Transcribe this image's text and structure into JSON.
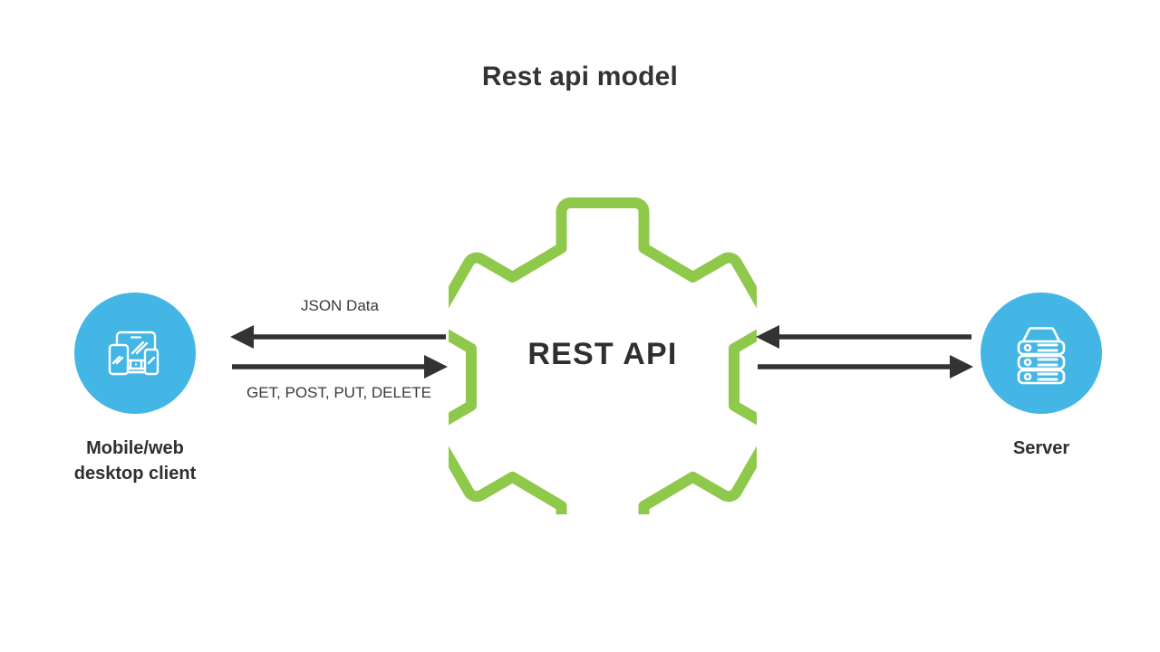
{
  "diagram": {
    "title": "Rest api model",
    "background_color": "#ffffff",
    "type": "flow-diagram",
    "nodes": [
      {
        "id": "client",
        "label_line1": "Mobile/web",
        "label_line2": "desktop client",
        "icon": "devices-icon",
        "shape": "circle",
        "color": "#44b6e5",
        "icon_color": "#ffffff"
      },
      {
        "id": "api",
        "label": "REST API",
        "icon": "gear-icon",
        "shape": "gear-outline",
        "color": "#8fc94b",
        "text_color": "#2f2f2f"
      },
      {
        "id": "server",
        "label": "Server",
        "icon": "server-rack-icon",
        "shape": "circle",
        "color": "#44b6e5",
        "icon_color": "#ffffff"
      }
    ],
    "flows": {
      "left": {
        "inbound_label": "JSON Data",
        "outbound_label": "GET, POST, PUT, DELETE",
        "arrow_color": "#333333"
      },
      "right": {
        "inbound_label": "",
        "outbound_label": "",
        "arrow_color": "#333333"
      }
    },
    "text_color": "#333333"
  }
}
